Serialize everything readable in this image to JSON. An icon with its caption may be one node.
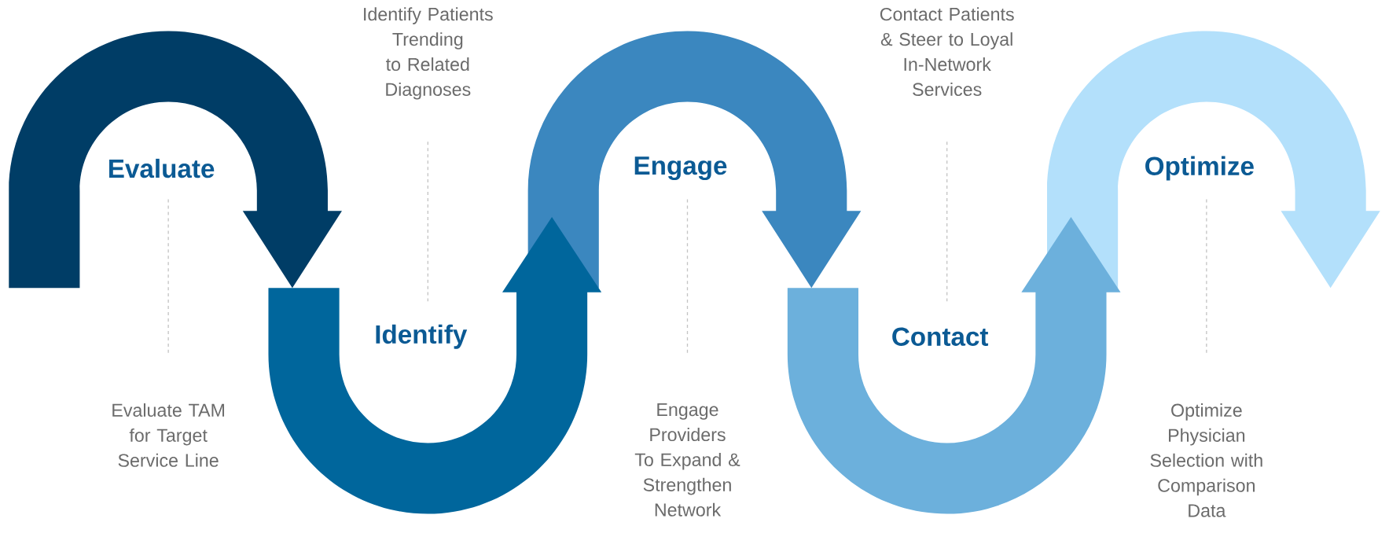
{
  "diagram": {
    "nodes": [
      {
        "text": [
          "Evaluate"
        ]
      },
      {
        "text": [
          "Identify"
        ]
      },
      {
        "text": [
          "Engage"
        ]
      },
      {
        "text": [
          "Contact"
        ]
      },
      {
        "text": [
          "Optimize"
        ]
      }
    ],
    "labels": [
      "Identify Patients Trending to Related Diagnoses",
      "Contact Patients & Steer to Loyal In-Network Services",
      "Evaluate TAM for Target Service Line",
      "Engage Providers To Expand & Strengthen Network",
      "Optimize Physician Selection with Comparison Data"
    ]
  }
}
